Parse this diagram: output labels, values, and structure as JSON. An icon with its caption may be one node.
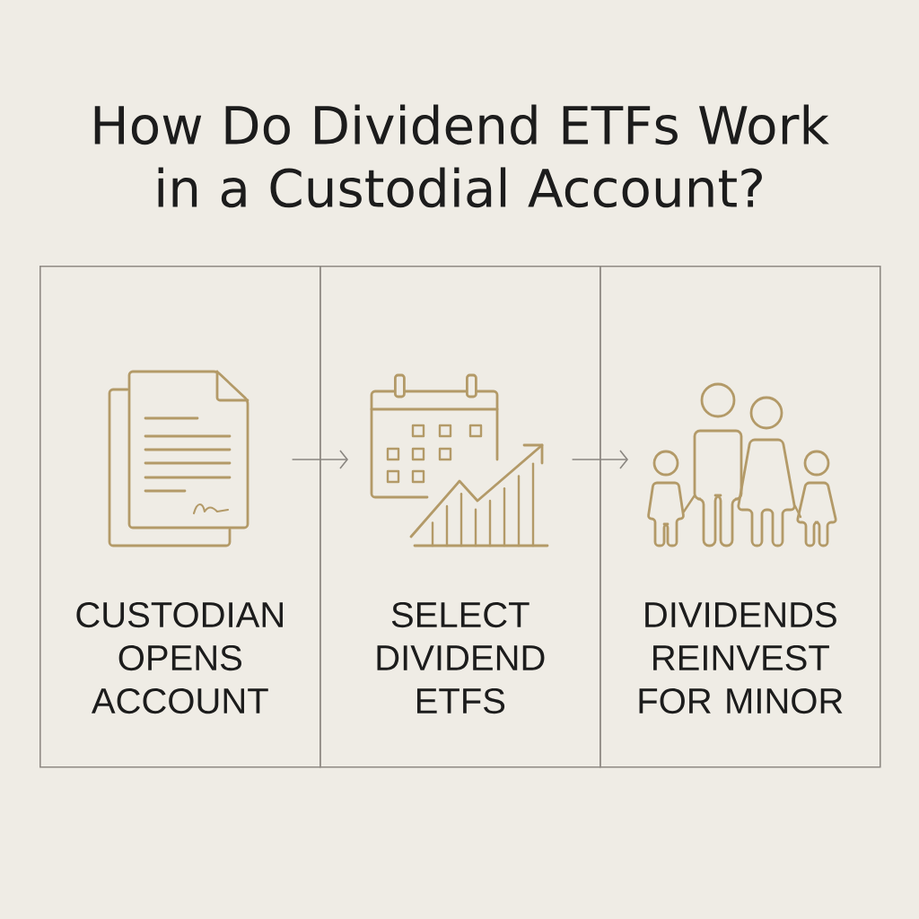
{
  "diagram": {
    "title": "How Do Dividend ETFs Work in a Custodial Account?",
    "nodes": [
      {
        "text": [
          "CUSTODIAN OPENS ACCOUNT"
        ]
      },
      {
        "text": [
          "SELECT DIVIDEND ETFS"
        ]
      },
      {
        "text": [
          "DIVIDENDS REINVEST FOR MINOR"
        ]
      }
    ],
    "edges": [
      {
        "from": 0,
        "to": 1,
        "arrow": "to"
      },
      {
        "from": 1,
        "to": 2,
        "arrow": "to"
      }
    ]
  }
}
